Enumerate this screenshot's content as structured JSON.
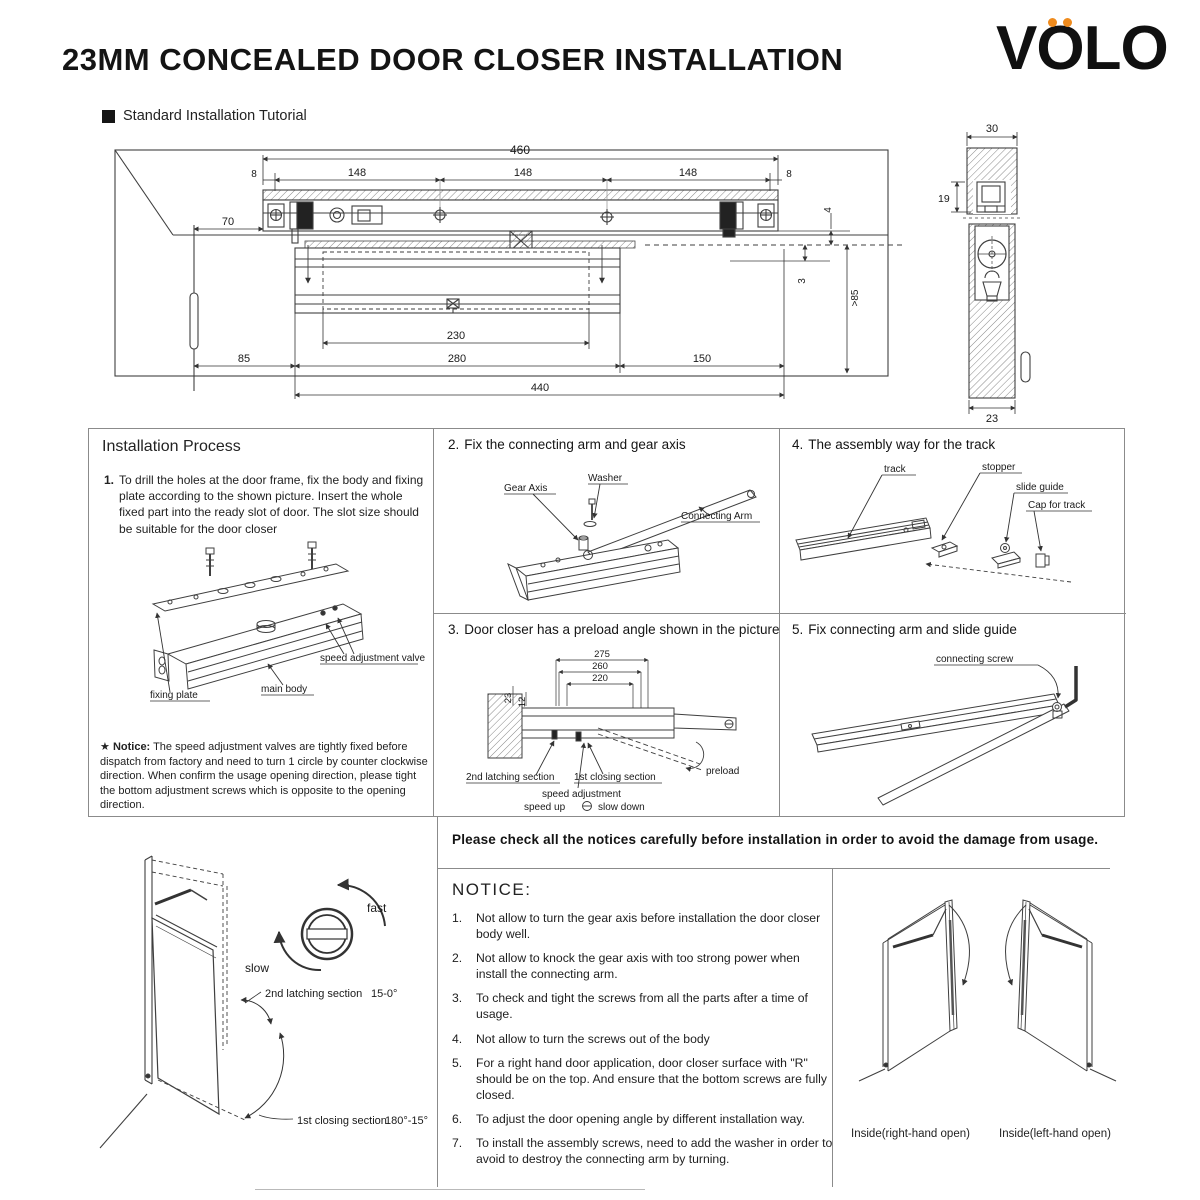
{
  "header": {
    "title": "23MM CONCEALED DOOR CLOSER INSTALLATION",
    "logo": [
      "V",
      "O",
      "L",
      "O"
    ],
    "logo_accent": "#ef8b1d",
    "tutorial": "Standard Installation Tutorial"
  },
  "main_diagram": {
    "d460": "460",
    "d8l": "8",
    "d148a": "148",
    "d148b": "148",
    "d148c": "148",
    "d8r": "8",
    "d70": "70",
    "d4": "4",
    "d3": "3",
    "dgt85": ">85",
    "d230": "230",
    "d85": "85",
    "d280": "280",
    "d150": "150",
    "d440": "440"
  },
  "side_diagram": {
    "d30": "30",
    "d19": "19",
    "d23": "23"
  },
  "s1": {
    "heading": "Installation Process",
    "step_num": "1.",
    "step": "To drill the holes at the door frame, fix the body and fixing plate according to the shown picture. Insert the whole fixed part into the ready slot of door. The slot size should be suitable for the door closer",
    "valve": "speed adjustment valve",
    "plate": "fixing plate",
    "body": "main body",
    "notice_star": "★",
    "notice_label": "Notice:",
    "notice": "The speed adjustment valves are tightly fixed before dispatch from factory and need to turn 1 circle by counter clockwise direction. When confirm the usage opening direction, please tight the bottom adjustment screws which is opposite to the opening direction."
  },
  "s2": {
    "num": "2.",
    "title": "Fix the connecting arm and gear axis",
    "gear": "Gear Axis",
    "washer": "Washer",
    "arm": "Connecting Arm"
  },
  "s3": {
    "num": "3.",
    "title": "Door closer has a preload angle shown in the picture",
    "d275": "275",
    "d260": "260",
    "d220": "220",
    "d23": "23",
    "d12": "12",
    "latching": "2nd latching section",
    "closing": "1st closing section",
    "speed": "speed adjustment",
    "speed_up": "speed up",
    "slow_down": "slow down",
    "preload": "preload"
  },
  "s4": {
    "num": "4.",
    "title": "The assembly way for the track",
    "track": "track",
    "stopper": "stopper",
    "slide": "slide guide",
    "cap": "Cap for track"
  },
  "s5": {
    "num": "5.",
    "title": "Fix  connecting arm and slide guide",
    "screw": "connecting screw"
  },
  "bottom": {
    "banner": "Please check all the notices carefully before installation in order to avoid the damage from usage.",
    "notice_title": "NOTICE:",
    "items": [
      {
        "num": "1.",
        "text": "Not allow to turn the gear axis before installation the door closer body well."
      },
      {
        "num": "2.",
        "text": "Not allow to knock the gear axis with too strong power when install the connecting arm."
      },
      {
        "num": "3.",
        "text": "To check and tight the screws from all the parts after a time of usage."
      },
      {
        "num": "4.",
        "text": "Not allow to turn the screws out of the body"
      },
      {
        "num": "5.",
        "text": "For a right hand door application, door closer surface with \"R\" should be on the top. And ensure that the bottom screws are fully closed."
      },
      {
        "num": "6.",
        "text": "To adjust the door opening angle by different installation way."
      },
      {
        "num": "7.",
        "text": "To install the assembly screws, need to add the washer in order to avoid to destroy the connecting arm by turning."
      }
    ]
  },
  "swing": {
    "fast": "fast",
    "slow": "slow",
    "latching": "2nd latching section",
    "latch_angle": "15-0°",
    "closing": "1st closing section",
    "close_angle": "180°-15°"
  },
  "doors": {
    "right_caption": "Inside(right-hand open)",
    "left_caption": "Inside(left-hand open)"
  }
}
